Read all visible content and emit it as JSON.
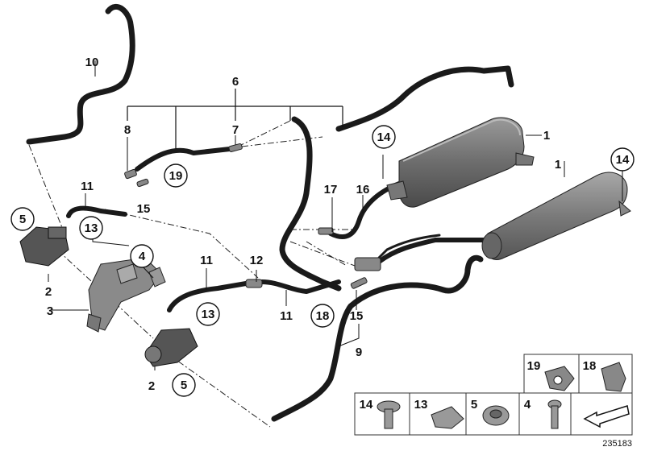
{
  "diagram": {
    "reference_number": "235183",
    "callouts": {
      "c1a": "1",
      "c1b": "1",
      "c2a": "2",
      "c2b": "2",
      "c3": "3",
      "c4": "4",
      "c5a": "5",
      "c5b": "5",
      "c6": "6",
      "c7": "7",
      "c8": "8",
      "c9": "9",
      "c10": "10",
      "c11a": "11",
      "c11b": "11",
      "c11c": "11",
      "c12": "12",
      "c13a": "13",
      "c13b": "13",
      "c14a": "14",
      "c14b": "14",
      "c15a": "15",
      "c15b": "15",
      "c16": "16",
      "c17": "17",
      "c18": "18",
      "c19": "19"
    },
    "legend": {
      "p19": "19",
      "p18": "18",
      "p14": "14",
      "p13": "13",
      "p5": "5",
      "p4": "4"
    }
  }
}
